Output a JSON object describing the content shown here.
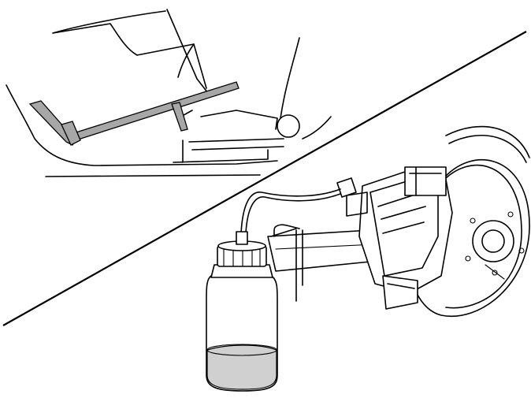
{
  "illustration": {
    "panels": [
      {
        "id": "pedal-view",
        "subject": "brake-pedal-held-down-with-tool"
      },
      {
        "id": "caliper-view",
        "subject": "brake-bleeding-bottle-connected-to-caliper"
      }
    ],
    "colors": {
      "line": "#000000",
      "background": "#ffffff",
      "tool": "#a7a7a7",
      "fluid": "#d0d0d0"
    },
    "fluid_level_fraction": 0.35
  }
}
